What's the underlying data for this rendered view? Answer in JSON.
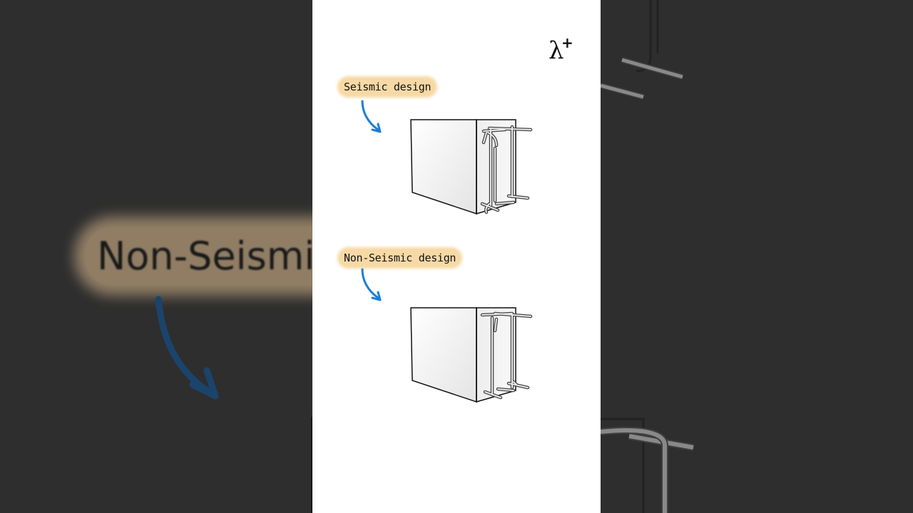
{
  "brand": {
    "symbol": "λ",
    "superscript": "+"
  },
  "labels": {
    "seismic": "Seismic design",
    "non_seismic": "Non-Seismic design",
    "background_label": "Non-Seismic d"
  },
  "colors": {
    "label_highlight": "#f7d9a6",
    "arrow": "#1a7fd6",
    "panel": "#ffffff",
    "background": "#4a4a4a"
  },
  "icons": {
    "arrow": "curved-arrow-icon"
  }
}
